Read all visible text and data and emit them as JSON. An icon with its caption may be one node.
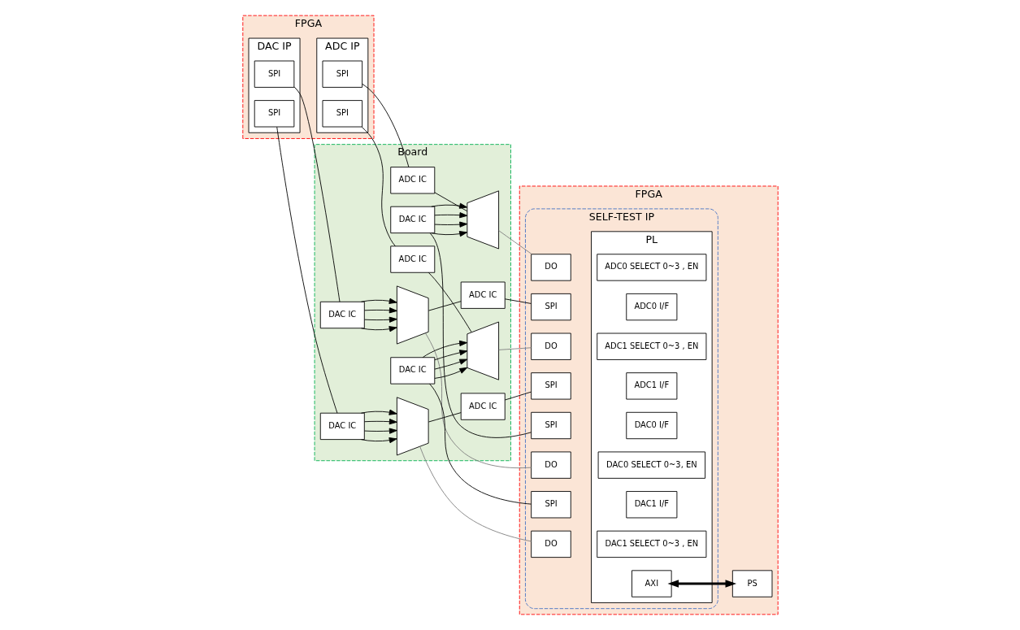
{
  "diagram": {
    "nodes": [
      {
        "text": [
          "FPGA"
        ]
      },
      {
        "text": [
          "DAC IP"
        ],
        "in": 0
      },
      {
        "text": [
          "SPI"
        ],
        "in": 1
      },
      {
        "text": [
          "SPI"
        ],
        "in": 1
      },
      {
        "text": [
          "ADC IP"
        ],
        "in": 0
      },
      {
        "text": [
          "SPI"
        ],
        "in": 4
      },
      {
        "text": [
          "SPI"
        ],
        "in": 4
      },
      {
        "text": [
          "Board"
        ]
      },
      {
        "text": [
          "DAC IC"
        ],
        "in": 7
      },
      {
        "text": [],
        "shape": "trapezoid",
        "in": 7
      },
      {
        "text": [
          "ADC IC"
        ],
        "in": 7
      },
      {
        "text": [
          "DAC IC"
        ],
        "in": 7
      },
      {
        "text": [],
        "shape": "trapezoid",
        "in": 7
      },
      {
        "text": [
          "ADC IC"
        ],
        "in": 7
      },
      {
        "text": [
          "ADC IC"
        ],
        "in": 7
      },
      {
        "text": [],
        "shape": "trapezoid",
        "in": 7
      },
      {
        "text": [
          "DAC IC"
        ],
        "in": 7
      },
      {
        "text": [
          "ADC IC"
        ],
        "in": 7
      },
      {
        "text": [],
        "shape": "trapezoid",
        "in": 7
      },
      {
        "text": [
          "DAC IC"
        ],
        "in": 7
      },
      {
        "text": [
          "FPGA"
        ]
      },
      {
        "text": [
          "SELF-TEST IP"
        ],
        "in": 20
      },
      {
        "text": [
          "PL"
        ],
        "in": 21
      },
      {
        "text": [
          "SPI"
        ],
        "in": 21
      },
      {
        "text": [
          "ADC0 I/F"
        ],
        "in": 22
      },
      {
        "text": [
          "SPI"
        ],
        "in": 21
      },
      {
        "text": [
          "ADC1 I/F"
        ],
        "in": 22
      },
      {
        "text": [
          "DO"
        ],
        "in": 21
      },
      {
        "text": [
          "DAC0 SELECT 0~3, EN"
        ],
        "in": 22
      },
      {
        "text": [
          "DO"
        ],
        "in": 21
      },
      {
        "text": [
          "DAC1 SELECT 0~3 , EN"
        ],
        "in": 22
      },
      {
        "text": [
          "DO"
        ],
        "in": 21
      },
      {
        "text": [
          "ADC0 SELECT 0~3 , EN"
        ],
        "in": 22
      },
      {
        "text": [
          "DO"
        ],
        "in": 21
      },
      {
        "text": [
          "ADC1 SELECT 0~3 , EN"
        ],
        "in": 22
      },
      {
        "text": [
          "SPI"
        ],
        "in": 21
      },
      {
        "text": [
          "DAC0 I/F"
        ],
        "in": 22
      },
      {
        "text": [
          "SPI"
        ],
        "in": 21
      },
      {
        "text": [
          "DAC1 I/F"
        ],
        "in": 22
      },
      {
        "text": [
          "AXI"
        ],
        "in": 22
      },
      {
        "text": [
          "PS"
        ],
        "in": 20
      }
    ],
    "edges": [
      {
        "from": 2,
        "to": 8,
        "arrow": "none"
      },
      {
        "from": 8,
        "to": 9,
        "arrow": "to"
      },
      {
        "from": 8,
        "to": 9,
        "arrow": "to"
      },
      {
        "from": 8,
        "to": 9,
        "arrow": "to"
      },
      {
        "from": 8,
        "to": 9,
        "arrow": "to"
      },
      {
        "from": 9,
        "to": 10,
        "arrow": "none"
      },
      {
        "from": 10,
        "to": 23,
        "arrow": "none"
      },
      {
        "from": 3,
        "to": 11,
        "arrow": "none"
      },
      {
        "from": 11,
        "to": 12,
        "arrow": "to"
      },
      {
        "from": 11,
        "to": 12,
        "arrow": "to"
      },
      {
        "from": 11,
        "to": 12,
        "arrow": "to"
      },
      {
        "from": 11,
        "to": 12,
        "arrow": "to"
      },
      {
        "from": 12,
        "to": 13,
        "arrow": "none"
      },
      {
        "from": 13,
        "to": 25,
        "arrow": "none"
      },
      {
        "from": 9,
        "to": 27,
        "arrow": "none",
        "color": "#808080"
      },
      {
        "from": 12,
        "to": 29,
        "arrow": "none",
        "color": "#808080"
      },
      {
        "from": 15,
        "to": 31,
        "arrow": "none",
        "color": "#808080"
      },
      {
        "from": 18,
        "to": 33,
        "arrow": "none",
        "color": "#808080"
      },
      {
        "from": 5,
        "to": 14,
        "arrow": "none"
      },
      {
        "from": 14,
        "to": 15,
        "arrow": "none"
      },
      {
        "from": 16,
        "to": 15,
        "arrow": "to"
      },
      {
        "from": 16,
        "to": 15,
        "arrow": "to"
      },
      {
        "from": 16,
        "to": 15,
        "arrow": "to"
      },
      {
        "from": 16,
        "to": 15,
        "arrow": "to"
      },
      {
        "from": 16,
        "to": 35,
        "arrow": "none"
      },
      {
        "from": 6,
        "to": 17,
        "arrow": "none"
      },
      {
        "from": 17,
        "to": 18,
        "arrow": "none"
      },
      {
        "from": 19,
        "to": 18,
        "arrow": "to"
      },
      {
        "from": 19,
        "to": 18,
        "arrow": "to"
      },
      {
        "from": 19,
        "to": 18,
        "arrow": "to"
      },
      {
        "from": 19,
        "to": 18,
        "arrow": "to"
      },
      {
        "from": 19,
        "to": 37,
        "arrow": "none"
      },
      {
        "from": 39,
        "to": 40,
        "arrow": "both",
        "style": "thick"
      }
    ]
  }
}
